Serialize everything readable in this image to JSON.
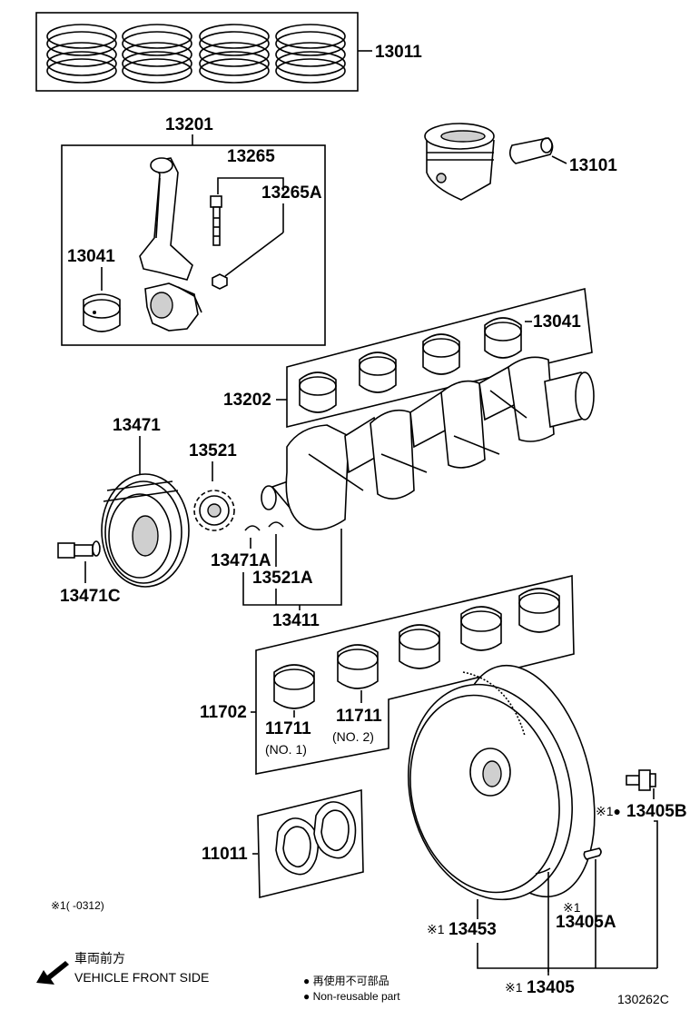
{
  "parts": {
    "p13011": "13011",
    "p13201": "13201",
    "p13265": "13265",
    "p13265A": "13265A",
    "p13101": "13101",
    "p13041_rod": "13041",
    "p13041_main": "13041",
    "p13202": "13202",
    "p13471": "13471",
    "p13521": "13521",
    "p13471A": "13471A",
    "p13521A": "13521A",
    "p13471C": "13471C",
    "p13411": "13411",
    "p11702": "11702",
    "p11711_no1": "11711",
    "p11711_no2": "11711",
    "no1": "(NO. 1)",
    "no2": "(NO. 2)",
    "p11011": "11011",
    "p13405B": "13405B",
    "p13453": "13453",
    "p13405A": "13405A",
    "p13405": "13405"
  },
  "marks": {
    "ref": "※1",
    "ref_13405B": "※1●"
  },
  "notes": {
    "range": "※1(      -0312)",
    "front_jp": "車両前方",
    "front_en": "VEHICLE FRONT SIDE",
    "nonreuse_jp": "● 再使用不可部品",
    "nonreuse_en": "● Non-reusable part",
    "diagram_code": "130262C"
  }
}
